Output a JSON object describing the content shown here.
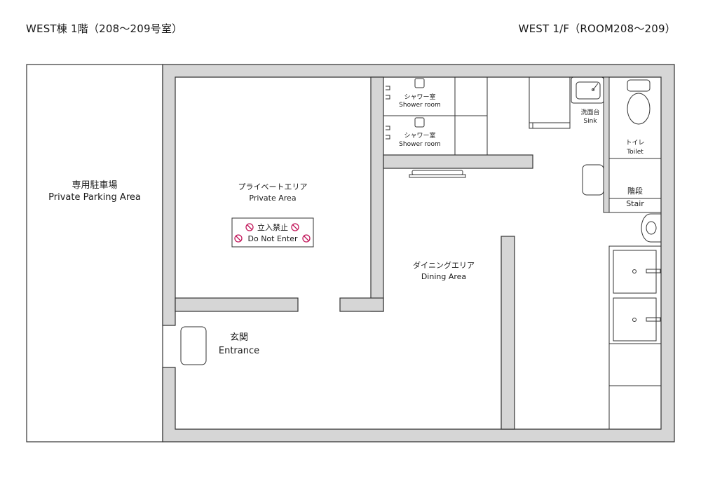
{
  "header": {
    "title_ja": "WEST棟 1階（208～209号室）",
    "title_en": "WEST 1/F（ROOM208～209）"
  },
  "rooms": {
    "parking": {
      "ja": "専用駐車場",
      "en": "Private Parking Area"
    },
    "private_area": {
      "ja": "プライベートエリア",
      "en": "Private Area"
    },
    "no_entry": {
      "ja": "立入禁止",
      "en": "Do Not Enter",
      "color": "#c2185b"
    },
    "shower_1": {
      "ja": "シャワー室",
      "en": "Shower room"
    },
    "shower_2": {
      "ja": "シャワー室",
      "en": "Shower room"
    },
    "sink": {
      "ja": "洗面台",
      "en": "Sink"
    },
    "toilet": {
      "ja": "トイレ",
      "en": "Toilet"
    },
    "stair": {
      "ja": "階段",
      "en": "Stair"
    },
    "dining": {
      "ja": "ダイニングエリア",
      "en": "Dining Area"
    },
    "entrance": {
      "ja": "玄関",
      "en": "Entrance"
    }
  },
  "colors": {
    "wall": "#d6d6d6",
    "line": "#333333"
  }
}
